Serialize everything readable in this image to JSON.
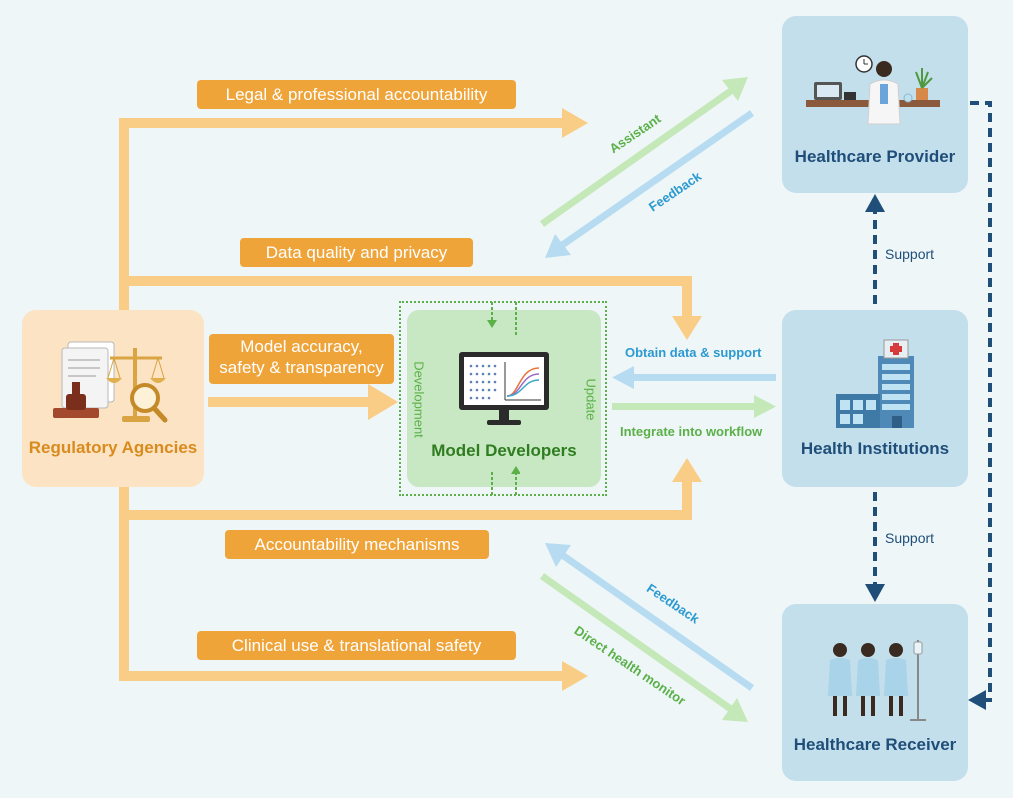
{
  "nodes": {
    "provider": "Healthcare Provider",
    "institutions": "Health Institutions",
    "receiver": "Healthcare Receiver",
    "regulatory": "Regulatory Agencies",
    "developers": "Model Developers"
  },
  "pills": {
    "legal": "Legal & professional accountability",
    "data_quality": "Data quality and privacy",
    "model_accuracy_line1": "Model accuracy,",
    "model_accuracy_line2": "safety & transparency",
    "accountability": "Accountability mechanisms",
    "clinical": "Clinical use & translational safety"
  },
  "edge_labels": {
    "assistant": "Assistant",
    "feedback_top": "Feedback",
    "obtain": "Obtain data & support",
    "integrate": "Integrate into workflow",
    "feedback_bottom": "Feedback",
    "direct_monitor": "Direct health monitor",
    "support_top": "Support",
    "support_bottom": "Support",
    "development": "Development",
    "update": "Update"
  },
  "colors": {
    "orange_arrow": "#f9cd85",
    "pill": "#efa43a",
    "green_arrow": "#c4e8b8",
    "blue_arrow": "#b7dcf1",
    "navy": "#1f4e79"
  },
  "icons": [
    "regulatory-scales-icon",
    "monitor-chart-icon",
    "doctor-desk-icon",
    "hospital-building-icon",
    "patients-icon"
  ]
}
